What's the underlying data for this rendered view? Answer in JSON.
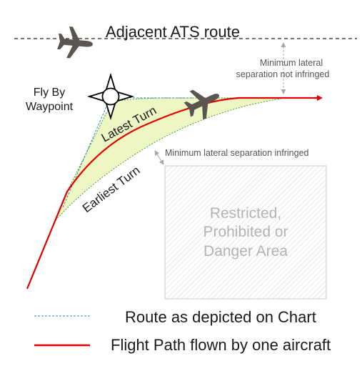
{
  "labels": {
    "adjacent_route": "Adjacent ATS route",
    "fly_by_line1": "Fly By",
    "fly_by_line2": "Waypoint",
    "latest_turn": "Latest Turn",
    "earliest_turn": "Earliest Turn",
    "sep_not_infringed_line1": "Minimum lateral",
    "sep_not_infringed_line2": "separation not infringed",
    "sep_infringed": "Minimum lateral separation infringed",
    "area_line1": "Restricted,",
    "area_line2": "Prohibited or",
    "area_line3": "Danger Area"
  },
  "legend": {
    "route": "Route as depicted on Chart",
    "flight_path": "Flight Path flown by one aircraft"
  },
  "colors": {
    "flight_path": "#e00000",
    "route": "#2e86c1",
    "turn_area_fill": "#eef7c4",
    "turn_area_edge": "#3a9b3a",
    "aircraft": "#5a5550",
    "area_hatch": "#dcdcdc",
    "area_border": "#c8c8c8",
    "separation_arrow": "#a8a8a8"
  },
  "icons": {
    "aircraft": "airplane-icon",
    "waypoint": "fly-by-waypoint-icon"
  }
}
